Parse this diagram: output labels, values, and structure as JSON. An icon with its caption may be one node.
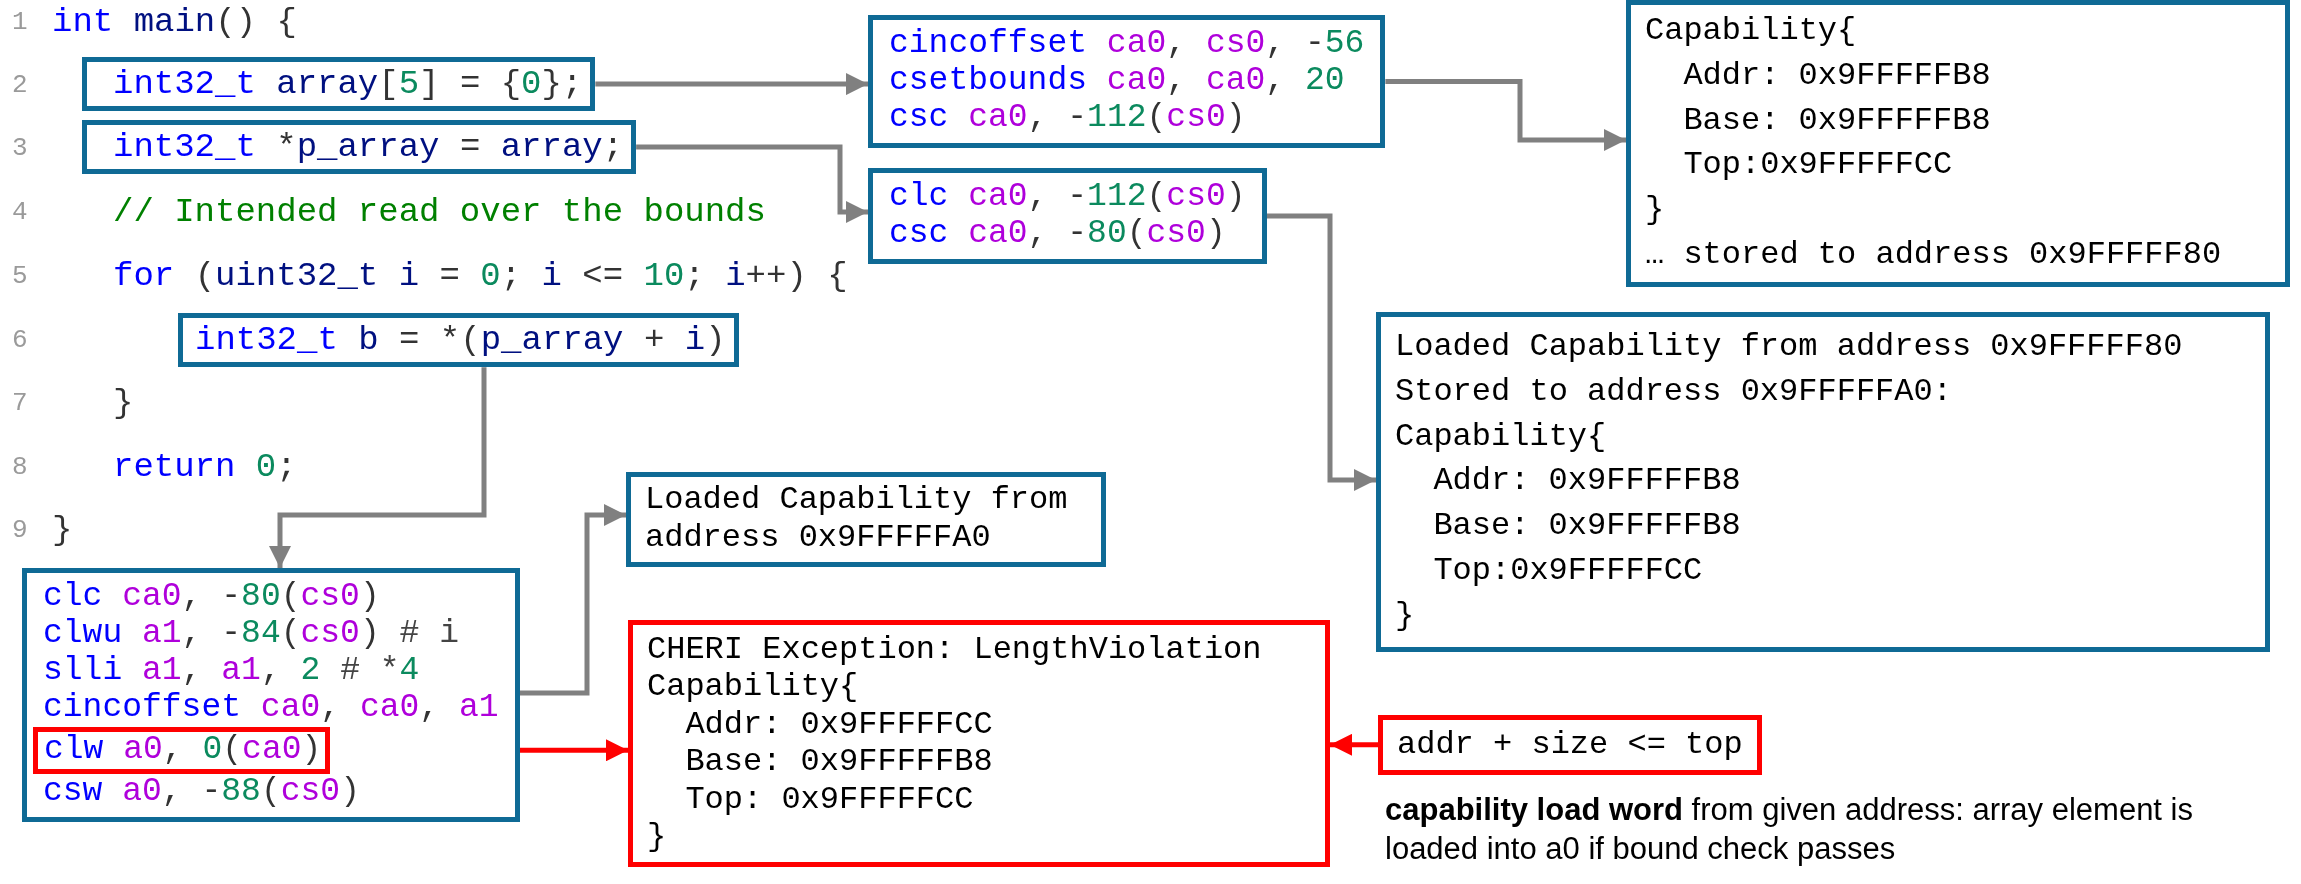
{
  "diagram": {
    "nodes": [
      {
        "text": [
          "int32_t array[5] = {0};"
        ]
      },
      {
        "text": [
          "int32_t *p_array = array;"
        ]
      },
      {
        "text": [
          "int32_t b = *(p_array + i)"
        ]
      },
      {
        "text": [
          "cincoffset ca0, cs0, -56",
          "csetbounds ca0, ca0, 20",
          "csc ca0, -112(cs0)"
        ]
      },
      {
        "text": [
          "clc ca0, -112(cs0)",
          "csc ca0, -80(cs0)"
        ]
      },
      {
        "text": [
          "Capability{",
          "Addr: 0x9FFFFFB8",
          "Base: 0x9FFFFFB8",
          "Top:0x9FFFFFCC",
          "}",
          "… stored to address 0x9FFFFF80"
        ]
      },
      {
        "text": [
          "Loaded Capability from address 0x9FFFFF80",
          "Stored to address 0x9FFFFFA0:",
          "Capability{",
          "Addr: 0x9FFFFFB8",
          "Base: 0x9FFFFFB8",
          "Top:0x9FFFFFCC",
          "}"
        ]
      },
      {
        "text": [
          "clc ca0, -80(cs0)",
          "clwu a1, -84(cs0) # i",
          "slli a1, a1, 2 # *4",
          "cincoffset ca0, ca0, a1",
          "csw a0, -88(cs0)"
        ]
      },
      {
        "text": [
          "clw a0, 0(ca0)"
        ],
        "in": 7
      },
      {
        "text": [
          "Loaded Capability from address 0x9FFFFFA0"
        ]
      },
      {
        "text": [
          "CHERI Exception: LengthViolation",
          "Capability{",
          "Addr: 0x9FFFFFCC",
          "Base: 0x9FFFFFB8",
          "Top: 0x9FFFFFCC",
          "}"
        ]
      },
      {
        "text": [
          "addr + size <= top"
        ]
      }
    ],
    "edges": [
      {
        "from": 0,
        "to": 3,
        "arrow": "to"
      },
      {
        "from": 1,
        "to": 4,
        "arrow": "to"
      },
      {
        "from": 3,
        "to": 5,
        "arrow": "to"
      },
      {
        "from": 4,
        "to": 6,
        "arrow": "to"
      },
      {
        "from": 2,
        "to": 7,
        "arrow": "to"
      },
      {
        "from": 7,
        "to": 9,
        "arrow": "to"
      },
      {
        "from": 8,
        "to": 10,
        "arrow": "to",
        "color": "#ff0000"
      },
      {
        "from": 11,
        "to": 10,
        "arrow": "to",
        "color": "#ff0000"
      }
    ],
    "labels": [
      "1",
      "int main() {",
      "2",
      "3",
      "4",
      "// Intended read over the bounds",
      "5",
      "for (uint32_t i = 0; i <= 10; i++) {",
      "6",
      "7",
      "}",
      "8",
      "return 0;",
      "9",
      "}",
      "**capability load word** from given address: array element is loaded into a0 if bound check passes"
    ]
  }
}
